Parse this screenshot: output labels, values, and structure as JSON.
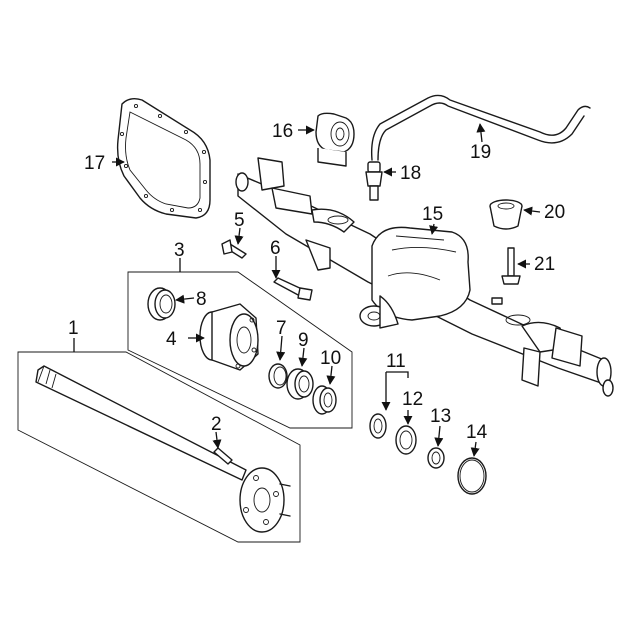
{
  "callouts": [
    {
      "id": "1",
      "label": "1"
    },
    {
      "id": "2",
      "label": "2"
    },
    {
      "id": "3",
      "label": "3"
    },
    {
      "id": "4",
      "label": "4"
    },
    {
      "id": "5",
      "label": "5"
    },
    {
      "id": "6",
      "label": "6"
    },
    {
      "id": "7",
      "label": "7"
    },
    {
      "id": "8",
      "label": "8"
    },
    {
      "id": "9",
      "label": "9"
    },
    {
      "id": "10",
      "label": "10"
    },
    {
      "id": "11",
      "label": "11"
    },
    {
      "id": "12",
      "label": "12"
    },
    {
      "id": "13",
      "label": "13"
    },
    {
      "id": "14",
      "label": "14"
    },
    {
      "id": "15",
      "label": "15"
    },
    {
      "id": "16",
      "label": "16"
    },
    {
      "id": "17",
      "label": "17"
    },
    {
      "id": "18",
      "label": "18"
    },
    {
      "id": "19",
      "label": "19"
    },
    {
      "id": "20",
      "label": "20"
    },
    {
      "id": "21",
      "label": "21"
    }
  ],
  "colors": {
    "line": "#1a1a1a",
    "background": "#ffffff"
  }
}
